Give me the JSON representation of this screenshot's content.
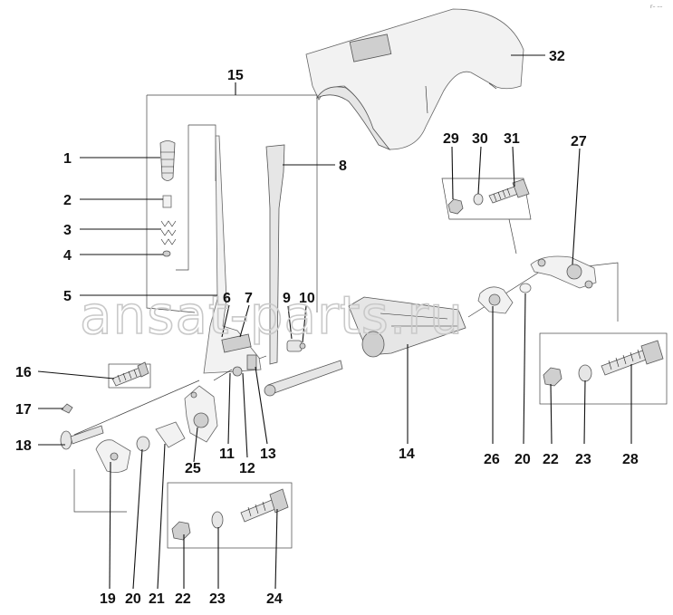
{
  "watermark": "ansat-parts.ru",
  "corner_mark": "r– ––",
  "labels": [
    "1",
    "2",
    "3",
    "4",
    "5",
    "6",
    "7",
    "8",
    "9",
    "10",
    "11",
    "12",
    "13",
    "14",
    "15",
    "16",
    "17",
    "18",
    "19",
    "20",
    "21",
    "22",
    "23",
    "24",
    "25",
    "26",
    "20",
    "22",
    "23",
    "28",
    "27",
    "29",
    "30",
    "31",
    "32"
  ]
}
